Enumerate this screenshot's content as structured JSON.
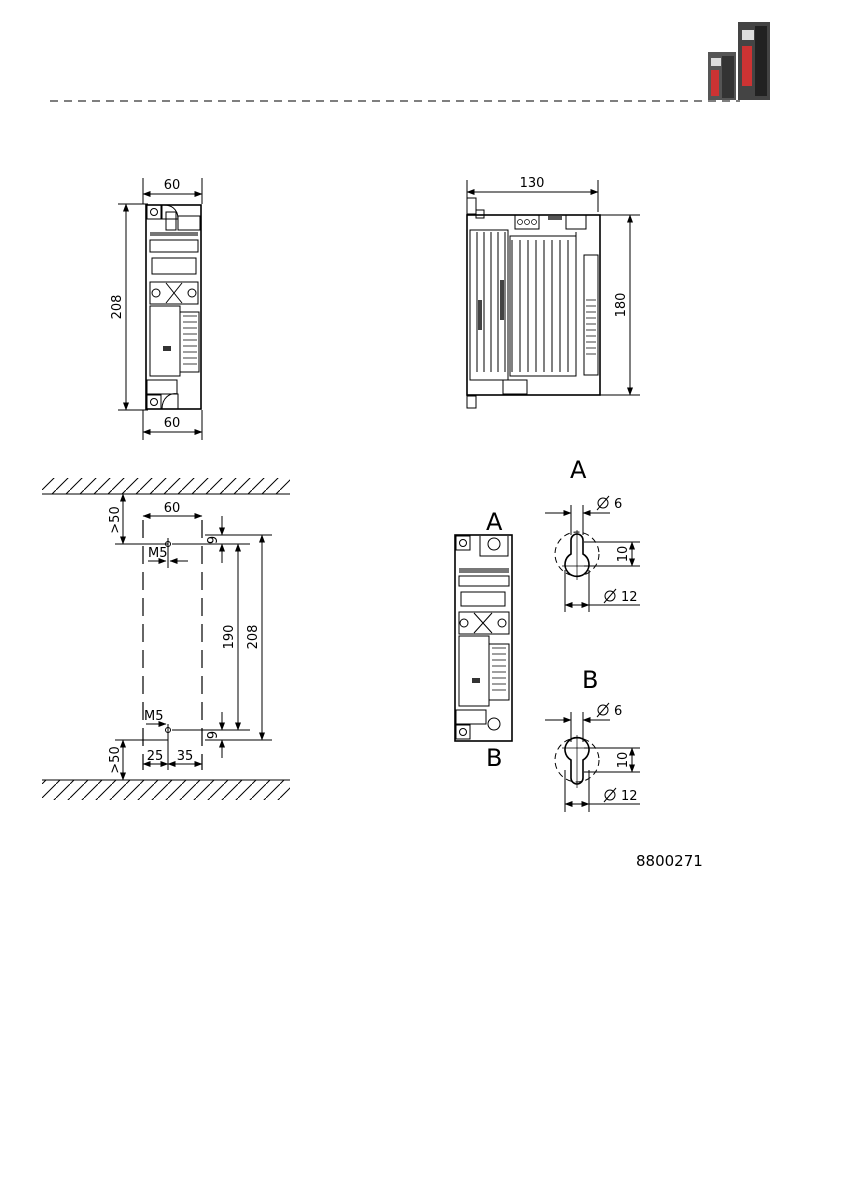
{
  "front_view": {
    "width_top": "60",
    "width_bottom": "60",
    "height": "208"
  },
  "side_view": {
    "depth": "130",
    "height": "180"
  },
  "mounting": {
    "width": "60",
    "clearance_top": ">50",
    "clearance_bottom": ">50",
    "screw_top": "M5",
    "screw_bottom": "M5",
    "offset_top": "9",
    "offset_bottom": "9",
    "hole_spacing": "190",
    "height": "208",
    "offset_left": "25",
    "offset_right": "35"
  },
  "detail_a": {
    "label": "A",
    "small_dia": "6",
    "height": "10",
    "large_dia": "12"
  },
  "detail_b": {
    "label": "B",
    "small_dia": "6",
    "height": "10",
    "large_dia": "12"
  },
  "device_labels": {
    "a": "A",
    "b": "B"
  },
  "drawing_number": "8800271",
  "icons": {
    "header": "drive-units-icon"
  }
}
